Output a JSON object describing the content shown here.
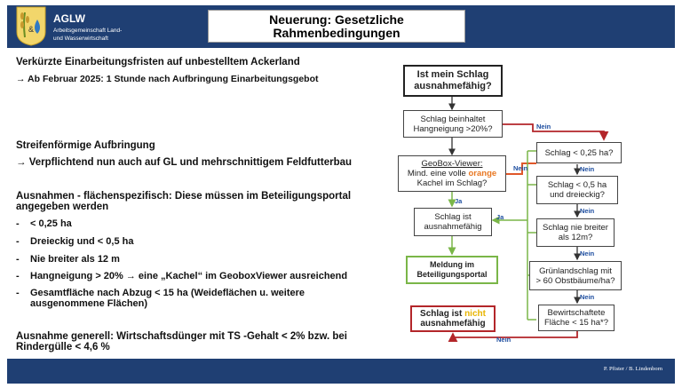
{
  "header": {
    "org": "AGLW",
    "org_line1": "Arbeitsgemeinschaft Land-",
    "org_line2": "und Wasserwirtschaft",
    "title_line1": "Neuerung: Gesetzliche",
    "title_line2": "Rahmenbedingungen"
  },
  "content": {
    "section1_title": "Verkürzte Einarbeitungsfristen auf unbestelltem Ackerland",
    "section1_line": "→ Ab Februar 2025: 1 Stunde nach Aufbringung Einarbeitungsgebot",
    "section2_title": "Streifenförmige Aufbringung",
    "section2_line": "→ Verpflichtend nun auch auf GL und mehrschnittigem Feldfutterbau",
    "section3_title_line1": "Ausnahmen  - flächenspezifisch: Diese müssen im Beteiligungsportal",
    "section3_title_line2": "angegeben werden",
    "bullets": [
      "< 0,25 ha",
      "Dreieckig und < 0,5 ha",
      "Nie breiter als 12 m",
      "Hangneigung > 20% → eine „Kachel“ im GeoboxViewer ausreichend",
      "Gesamtfläche nach Abzug < 15 ha (Weideflächen u. weitere"
    ],
    "bullet_dash": "-",
    "bullet5_cont": "ausgenommene Flächen)",
    "section4_line1": "Ausnahme generell: Wirtschaftsdünger mit TS -Gehalt < 2% bzw. bei",
    "section4_line2": "Rindergülle < 4,6 %"
  },
  "flowchart": {
    "start_line1": "Ist mein Schlag",
    "start_line2": "ausnahmefähig?",
    "q1_line1": "Schlag beinhaltet",
    "q1_line2": "Hangneigung >20%?",
    "q2_line1": "GeoBox-Viewer:",
    "q2_line2_a": "Mind. eine volle ",
    "q2_line2_b": "orange",
    "q2_line3": "Kachel im Schlag?",
    "result_yes_line1": "Schlag ist",
    "result_yes_line2": "ausnahmefähig",
    "meldung_line1": "Meldung im",
    "meldung_line2": "Beteiligungsportal",
    "result_no_a": "Schlag ist ",
    "result_no_b": "nicht",
    "result_no_line2": "ausnahmefähig",
    "r1_line1": "Schlag < 0,25 ha?",
    "r2_line1": "Schlag < 0,5 ha",
    "r2_line2": "und dreieckig?",
    "r3_line1": "Schlag nie breiter",
    "r3_line2": "als 12m?",
    "r4_line1": "Grünlandschlag mit",
    "r4_line2": "> 60 Obstbäume/ha?",
    "r5_line1": "Bewirtschaftete",
    "r5_line2": "Fläche < 15 ha*?",
    "label_nein": "Nein",
    "label_ja": "Ja",
    "colors": {
      "red": "#b3262a",
      "green": "#7ab648",
      "orange": "#e87722",
      "dark": "#1f3f73"
    }
  },
  "footer": {
    "authors": "P. Pfister / B. Lindenborn"
  }
}
